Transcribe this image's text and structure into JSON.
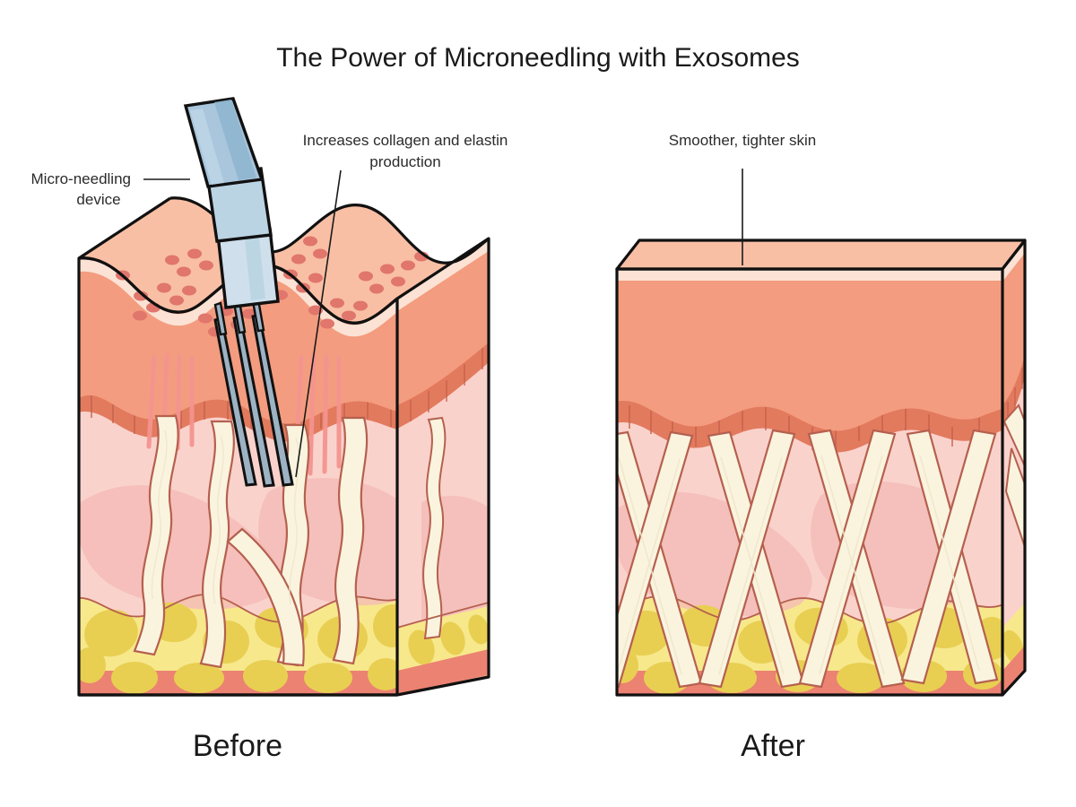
{
  "title": "The Power of Microneedling with Exosomes",
  "labels": {
    "device": {
      "line1": "Micro-needling",
      "line2": "device"
    },
    "collagen": {
      "line1": "Increases collagen and elastin",
      "line2": "production"
    },
    "after_note": "Smoother, tighter skin"
  },
  "captions": {
    "before": "Before",
    "after": "After"
  },
  "icons": {
    "device": "microneedling-pen-icon",
    "needles": "needle-array-icon",
    "skin_block_before": "skin-cross-section-icon",
    "skin_block_after": "skin-cross-section-icon"
  },
  "layers": [
    {
      "name": "epidermis-surface",
      "color": "#F8BFA5"
    },
    {
      "name": "epidermis",
      "color": "#F49C7F"
    },
    {
      "name": "stratum-corneum",
      "color": "#FBE2D4"
    },
    {
      "name": "basal-layer",
      "color": "#E27A5E"
    },
    {
      "name": "dermis",
      "color": "#FAD2CC"
    },
    {
      "name": "dermis-shadow",
      "color": "#F4BCB7"
    },
    {
      "name": "collagen-fiber",
      "color": "#FAF4DF"
    },
    {
      "name": "collagen-outline",
      "color": "#B5604F"
    },
    {
      "name": "hypodermis",
      "color": "#F7E88C"
    },
    {
      "name": "fat-lobule",
      "color": "#E8CF52"
    },
    {
      "name": "muscle-band",
      "color": "#EC8272"
    },
    {
      "name": "pore-spot",
      "color": "#E0766C"
    },
    {
      "name": "pink-streak",
      "color": "#F4948F"
    },
    {
      "name": "device-body",
      "color": "#A9C6DC"
    },
    {
      "name": "device-head",
      "color": "#CFE0EC"
    },
    {
      "name": "needle",
      "color": "#9DB3C4"
    },
    {
      "name": "outline",
      "color": "#111111"
    }
  ],
  "colors": {
    "background": "#FFFFFF",
    "text": "#1A1A1A",
    "accent_skin": "#F49C7F",
    "accent_fat": "#F7E88C",
    "accent_device": "#A9C6DC"
  }
}
